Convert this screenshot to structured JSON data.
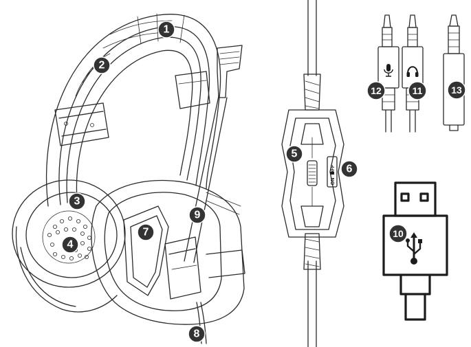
{
  "callouts": [
    {
      "id": "c1",
      "label": "1"
    },
    {
      "id": "c2",
      "label": "2"
    },
    {
      "id": "c3",
      "label": "3"
    },
    {
      "id": "c4",
      "label": "4"
    },
    {
      "id": "c5",
      "label": "5"
    },
    {
      "id": "c6",
      "label": "6"
    },
    {
      "id": "c7",
      "label": "7"
    },
    {
      "id": "c8",
      "label": "8"
    },
    {
      "id": "c9",
      "label": "9"
    },
    {
      "id": "c10",
      "label": "10"
    },
    {
      "id": "c11",
      "label": "11"
    },
    {
      "id": "c12",
      "label": "12"
    },
    {
      "id": "c13",
      "label": "13"
    }
  ],
  "switch": {
    "on_label": "ON",
    "off_label": "OFF"
  },
  "icons": {
    "mic_plug": "microphone-icon",
    "headphone_plug": "headphone-icon",
    "usb": "usb-icon"
  },
  "colors": {
    "line": "#2a2a2a",
    "callout_fill": "#333333",
    "callout_text": "#ffffff"
  }
}
